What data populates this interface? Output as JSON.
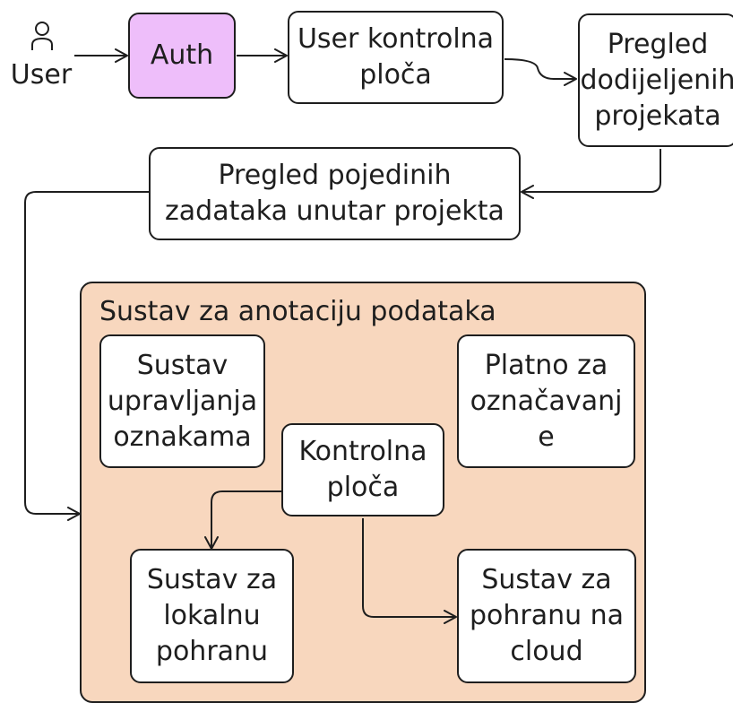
{
  "colors": {
    "stroke": "#1e1e1e",
    "auth_fill": "#eebefa",
    "group_fill": "#f8d7be",
    "node_fill": "#ffffff"
  },
  "user": {
    "label": "User",
    "icon": "user-icon"
  },
  "nodes": {
    "auth": "Auth",
    "user_dashboard": "User kontrolna\nploča",
    "assigned_projects": "Pregled\ndodijeljenih\nprojekata",
    "project_tasks": "Pregled pojedinih\nzadataka unutar projekta"
  },
  "annotation_system": {
    "title": "Sustav za anotaciju podataka",
    "label_management": "Sustav\nupravljanja\noznakama",
    "labeling_canvas": "Platno za\noznačavanj\ne",
    "dashboard": "Kontrolna\nploča",
    "local_storage": "Sustav za\nlokalnu\npohranu",
    "cloud_storage": "Sustav za\npohranu na\ncloud"
  }
}
